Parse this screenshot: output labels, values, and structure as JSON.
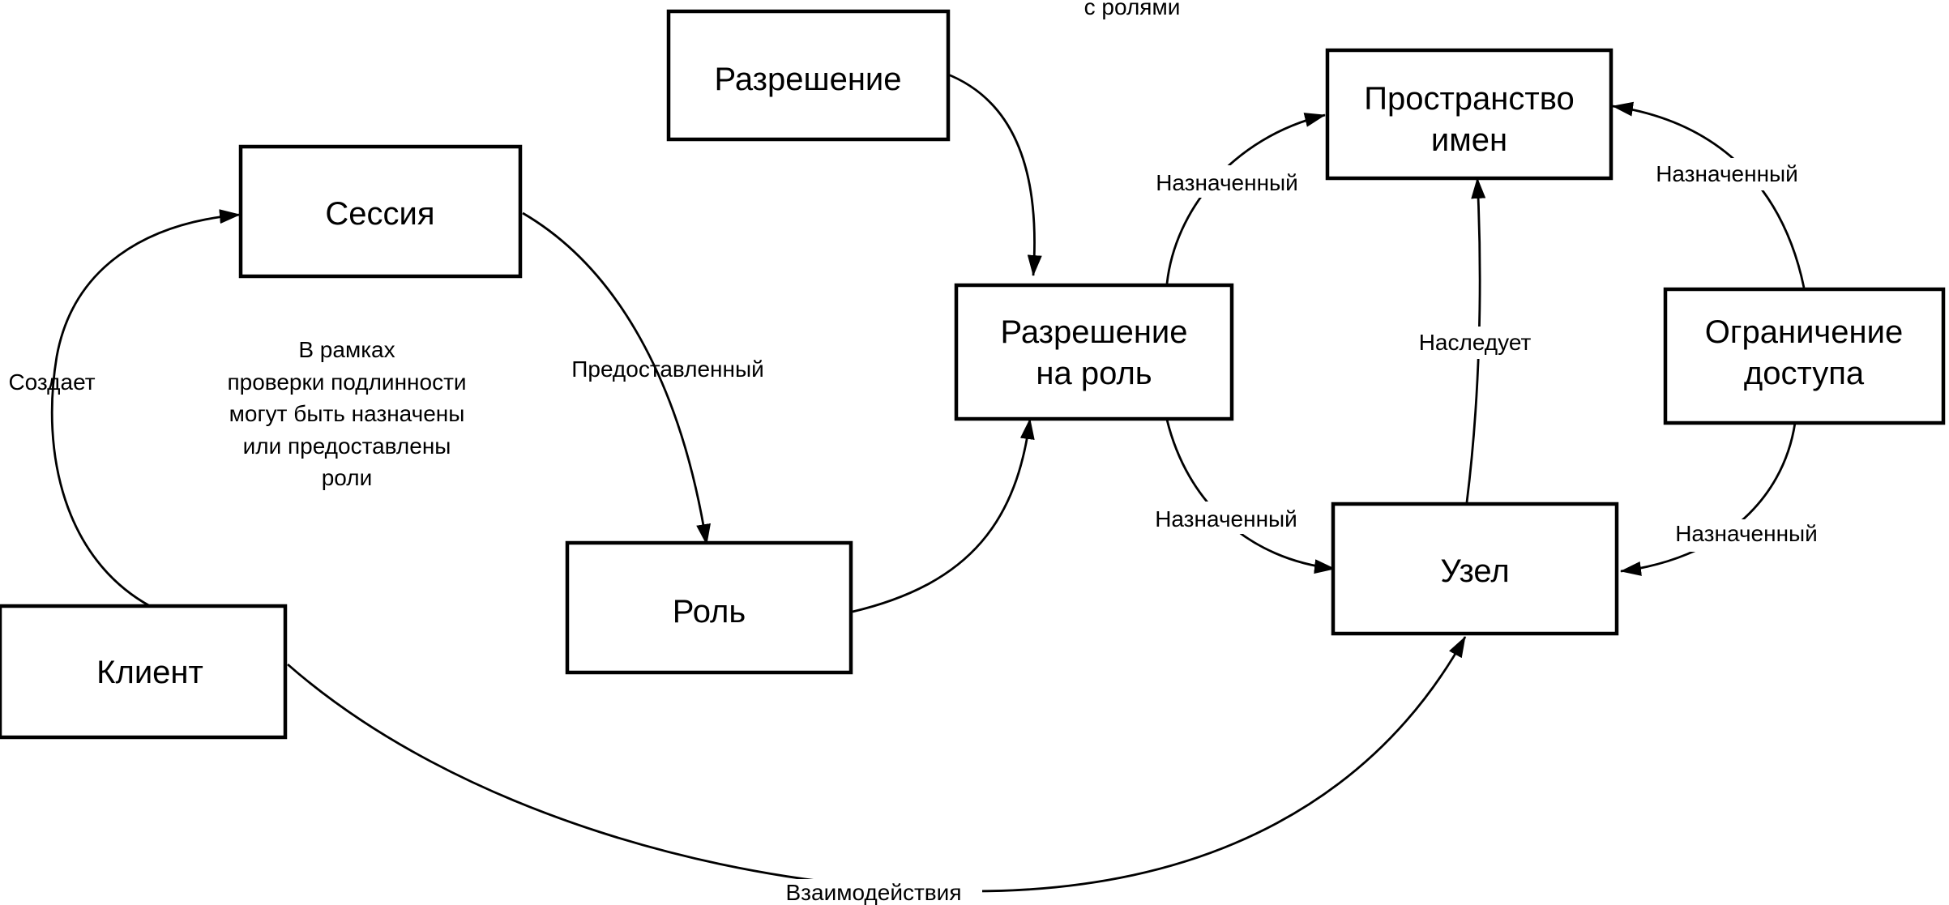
{
  "top_caption": "с ролями",
  "nodes": {
    "permission": "Разрешение",
    "session": "Сессия",
    "role_permission_line1": "Разрешение",
    "role_permission_line2": "на роль",
    "namespace_line1": "Пространство",
    "namespace_line2": "имен",
    "access_restriction_line1": "Ограничение",
    "access_restriction_line2": "доступа",
    "role": "Роль",
    "client": "Клиент",
    "node": "Узел"
  },
  "edges": {
    "client_session": "Создает",
    "session_role": "Предоставленный",
    "roleperm_namespace": "Назначенный",
    "roleperm_node": "Назначенный",
    "node_namespace": "Наследует",
    "restriction_namespace": "Назначенный",
    "restriction_node": "Назначенный",
    "client_node": "Взаимодействия"
  },
  "note": {
    "line1": "В рамках",
    "line2": "проверки подлинности",
    "line3": "могут быть назначены",
    "line4": "или предоставлены",
    "line5": "роли"
  }
}
